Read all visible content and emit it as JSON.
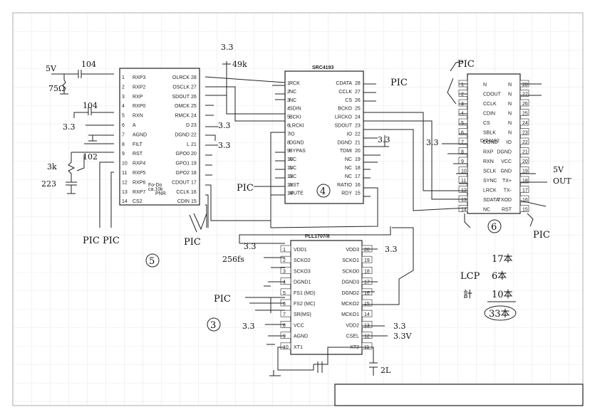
{
  "chips": {
    "c5": {
      "left": [
        {
          "n": "1",
          "l": "RXP3"
        },
        {
          "n": "2",
          "l": "RXP2"
        },
        {
          "n": "3",
          "l": "RXP"
        },
        {
          "n": "4",
          "l": "RXP0"
        },
        {
          "n": "5",
          "l": "RXN"
        },
        {
          "n": "6",
          "l": "A"
        },
        {
          "n": "7",
          "l": "AGND"
        },
        {
          "n": "8",
          "l": "FILT"
        },
        {
          "n": "9",
          "l": "RST"
        },
        {
          "n": "10",
          "l": "RXP4"
        },
        {
          "n": "11",
          "l": "RXP5"
        },
        {
          "n": "12",
          "l": "RXP6"
        },
        {
          "n": "13",
          "l": "RXP7"
        },
        {
          "n": "14",
          "l": "CS2"
        }
      ],
      "right": [
        {
          "n": "28",
          "l": "OLRCK"
        },
        {
          "n": "27",
          "l": "OSCLK"
        },
        {
          "n": "26",
          "l": "SDOUT"
        },
        {
          "n": "25",
          "l": "OMCK"
        },
        {
          "n": "24",
          "l": "RMCK"
        },
        {
          "n": "23",
          "l": "D"
        },
        {
          "n": "22",
          "l": "DGND"
        },
        {
          "n": "21",
          "l": "L"
        },
        {
          "n": "20",
          "l": "GPO0"
        },
        {
          "n": "19",
          "l": "GPO1"
        },
        {
          "n": "18",
          "l": "GPO2"
        },
        {
          "n": "17",
          "l": "CDOUT"
        },
        {
          "n": "16",
          "l": "CCLK"
        },
        {
          "n": "15",
          "l": "CDIN"
        }
      ],
      "note1": "Fo-Dn",
      "note2": "ca.10k",
      "note3": "PNR"
    },
    "c4": {
      "title": "SRC4193",
      "left": [
        {
          "n": "1",
          "l": "RCK"
        },
        {
          "n": "2",
          "l": "NC"
        },
        {
          "n": "3",
          "l": "NC"
        },
        {
          "n": "4",
          "l": "SDIN"
        },
        {
          "n": "5",
          "l": "BCKI"
        },
        {
          "n": "6",
          "l": "LRCKI"
        },
        {
          "n": "7",
          "l": "IO"
        },
        {
          "n": "8",
          "l": "DGND"
        },
        {
          "n": "9",
          "l": "BYPAS"
        },
        {
          "n": "10",
          "l": "NC"
        },
        {
          "n": "11",
          "l": "NC"
        },
        {
          "n": "12",
          "l": "NC"
        },
        {
          "n": "13",
          "l": "RST"
        },
        {
          "n": "14",
          "l": "MUTE"
        }
      ],
      "right": [
        {
          "n": "28",
          "l": "CDATA"
        },
        {
          "n": "27",
          "l": "CCLK"
        },
        {
          "n": "26",
          "l": "CS"
        },
        {
          "n": "25",
          "l": "BCKO"
        },
        {
          "n": "24",
          "l": "LRCKO"
        },
        {
          "n": "23",
          "l": "SDOUT"
        },
        {
          "n": "22",
          "l": "IO"
        },
        {
          "n": "21",
          "l": "DGND"
        },
        {
          "n": "20",
          "l": "TDMI"
        },
        {
          "n": "19",
          "l": "NC"
        },
        {
          "n": "18",
          "l": "NC"
        },
        {
          "n": "17",
          "l": "NC"
        },
        {
          "n": "16",
          "l": "RATIO"
        },
        {
          "n": "15",
          "l": "RDY"
        }
      ]
    },
    "c3": {
      "title": "PLL1707/8",
      "left": [
        {
          "n": "1",
          "l": "VDD1"
        },
        {
          "n": "2",
          "l": "SCKO2"
        },
        {
          "n": "3",
          "l": "SCKO3"
        },
        {
          "n": "4",
          "l": "DGND1"
        },
        {
          "n": "5",
          "l": "FS1 (MD)"
        },
        {
          "n": "6",
          "l": "FS2 (MC)"
        },
        {
          "n": "7",
          "l": "SR(MS)"
        },
        {
          "n": "8",
          "l": "VCC"
        },
        {
          "n": "9",
          "l": "AGND"
        },
        {
          "n": "10",
          "l": "XT1"
        }
      ],
      "right": [
        {
          "n": "20",
          "l": "VDD3"
        },
        {
          "n": "19",
          "l": "SCKO1"
        },
        {
          "n": "18",
          "l": "SCKO0"
        },
        {
          "n": "17",
          "l": "DGND3"
        },
        {
          "n": "16",
          "l": "DGND2"
        },
        {
          "n": "15",
          "l": "MCKO2"
        },
        {
          "n": "14",
          "l": "MCKO1"
        },
        {
          "n": "13",
          "l": "VDD2"
        },
        {
          "n": "12",
          "l": "CSEL"
        },
        {
          "n": "11",
          "l": "XT2"
        }
      ]
    },
    "c6": {
      "title": "DIT4192",
      "left": [
        {
          "n": "1",
          "l": "N"
        },
        {
          "n": "2",
          "l": "CDOUT"
        },
        {
          "n": "3",
          "l": "CCLK"
        },
        {
          "n": "4",
          "l": "CDIN"
        },
        {
          "n": "5",
          "l": "CS"
        },
        {
          "n": "6",
          "l": "SBLK"
        },
        {
          "n": "7",
          "l": "DGND"
        },
        {
          "n": "8",
          "l": "RXP"
        },
        {
          "n": "9",
          "l": "RXN"
        },
        {
          "n": "10",
          "l": "SCLK"
        },
        {
          "n": "11",
          "l": "SYNC"
        },
        {
          "n": "12",
          "l": "LRCK"
        },
        {
          "n": "13",
          "l": "SDATA"
        },
        {
          "n": "14",
          "l": "NC"
        }
      ],
      "right": [
        {
          "n": "28",
          "l": "N"
        },
        {
          "n": "27",
          "l": "N"
        },
        {
          "n": "26",
          "l": "N"
        },
        {
          "n": "25",
          "l": "N"
        },
        {
          "n": "24",
          "l": "N"
        },
        {
          "n": "23",
          "l": "N"
        },
        {
          "n": "22",
          "l": "IO"
        },
        {
          "n": "21",
          "l": "DGND"
        },
        {
          "n": "20",
          "l": "VCC"
        },
        {
          "n": "19",
          "l": "GND"
        },
        {
          "n": "18",
          "l": "TX+"
        },
        {
          "n": "17",
          "l": "TX-"
        },
        {
          "n": "16",
          "l": "TXOD"
        },
        {
          "n": "15",
          "l": "RST"
        }
      ]
    }
  },
  "notes": {
    "v33_top": "3.3",
    "r_top": "49k",
    "pic_src": "PIC",
    "pic_dit": "PIC",
    "v33_c5_a": "3.3",
    "v33_c5_b": "3.3",
    "v33_c5_c": "3.3",
    "v33_c6": "3.3",
    "v33_c4": "3.3",
    "in5v": "5V",
    "cap_in": "104",
    "r_in": "75Ω",
    "cap_104b": "104",
    "r3k": "3k",
    "cap_102": "102",
    "cap_223": "223",
    "pic_bottom1": "PIC PIC",
    "pic_bottom2": "PIC",
    "pic_c4": "PIC",
    "v5v_out": "5V",
    "out": "OUT",
    "pic_dit_bottom": "PIC",
    "v33_pll_1": "3.3",
    "v33_pll_20": "3.3",
    "v33_pll_8": "3.3",
    "v33_pll_13": "3.3",
    "v33_pll_12": "3.3V",
    "fs_label": "256fs",
    "pic_pll": "PIC",
    "xtal_cap": "2L",
    "num3": "3",
    "num4": "4",
    "num5": "5",
    "num6": "6",
    "count_total": "17本",
    "count_lcp": "LCP",
    "count_lcp_v": "6本",
    "count_add": "計",
    "count_add_v": "10本",
    "count_sum": "33本"
  }
}
